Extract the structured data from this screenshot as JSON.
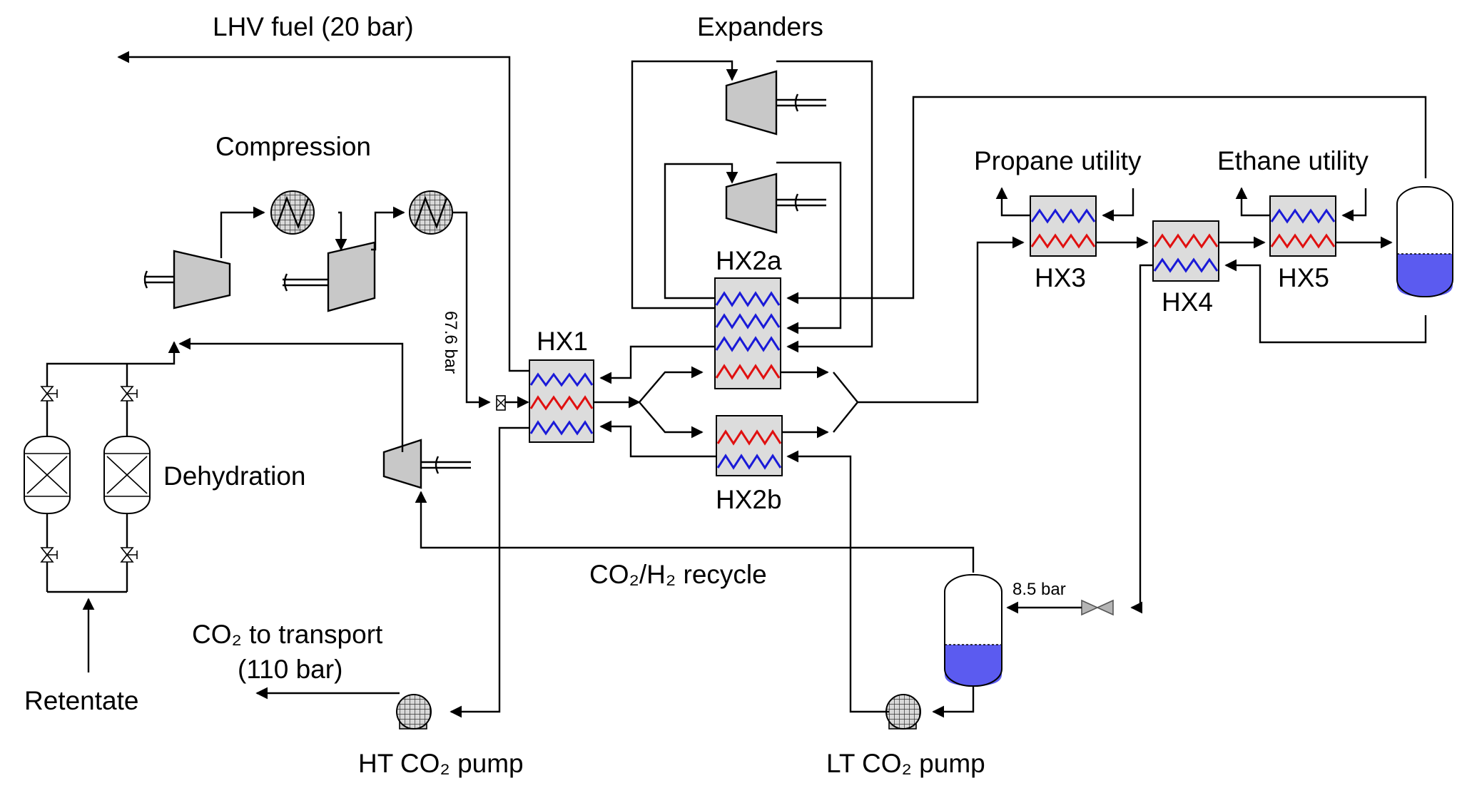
{
  "labels": {
    "lhv_fuel": "LHV fuel (20 bar)",
    "expanders": "Expanders",
    "compression": "Compression",
    "pressure_67": "67.6 bar",
    "hx1": "HX1",
    "hx2a": "HX2a",
    "hx2b": "HX2b",
    "hx3": "HX3",
    "hx4": "HX4",
    "hx5": "HX5",
    "propane_utility": "Propane utility",
    "ethane_utility": "Ethane utility",
    "dehydration": "Dehydration",
    "retentate": "Retentate",
    "recycle": "CO₂/H₂ recycle",
    "co2_transport_line1": "CO₂ to transport",
    "co2_transport_line2": "(110 bar)",
    "pressure_85": "8.5 bar",
    "ht_pump": "HT CO₂ pump",
    "lt_pump": "LT CO₂ pump"
  },
  "colors": {
    "hot_stream": "#e01010",
    "cold_stream": "#1a1ad8",
    "liquid": "#5b5bf0",
    "equipment": "#c8c8c8",
    "exchanger": "#dcdcdc"
  }
}
